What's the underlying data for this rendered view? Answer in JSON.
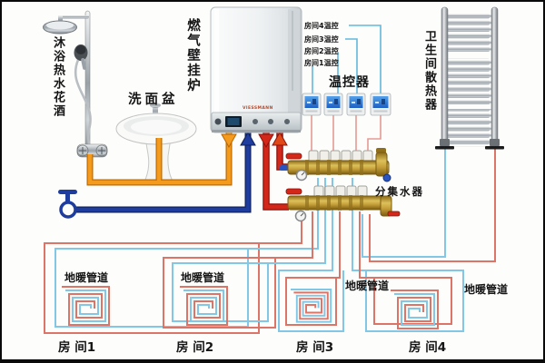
{
  "colors": {
    "pipe_hot": "#d3271a",
    "pipe_cold": "#1e3d9e",
    "pipe_dhw": "#f49a1c",
    "loop_supply": "#dd7468",
    "loop_return": "#82c8e6",
    "wire_cyan": "#62b8dc",
    "wire_pink": "#e59b94",
    "brass": "#c8a23c",
    "thermostat_screen": "#2b7fd8"
  },
  "fixtures": {
    "shower_label": "沐浴热水花酒",
    "basin_label": "洗面盆",
    "boiler_label": "燃气壁挂炉",
    "boiler_brand": "VIESSMANN",
    "radiator_label": "卫生间散热器",
    "manifold_label": "分集水器"
  },
  "thermostats": {
    "title": "温控器",
    "items": [
      {
        "label": "房间4温控"
      },
      {
        "label": "房间3温控"
      },
      {
        "label": "房间2温控"
      },
      {
        "label": "房间1温控"
      }
    ]
  },
  "rooms": [
    {
      "name": "房 间1",
      "pipe_label": "地暖管道"
    },
    {
      "name": "房 间2",
      "pipe_label": "地暖管道"
    },
    {
      "name": "房 间3",
      "pipe_label": "地暖管道"
    },
    {
      "name": "房 间4",
      "pipe_label": "地暖管道"
    }
  ]
}
